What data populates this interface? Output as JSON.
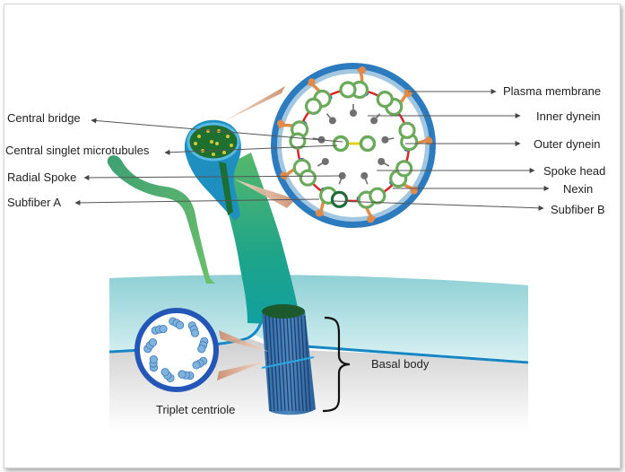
{
  "labels": {
    "plasma_membrane": "Plasma membrane",
    "inner_dynein": "Inner dynein",
    "outer_dynein": "Outer dynein",
    "spoke_head": "Spoke head",
    "nexin": "Nexin",
    "subfiber_b": "Subfiber B",
    "central_bridge": "Central bridge",
    "central_singlet_microtubules": "Central singlet microtubules",
    "radial_spoke": "Radial Spoke",
    "subfiber_a": "Subfiber A",
    "basal_body": "Basal body",
    "triplet_centriole": "Triplet centriole"
  },
  "colors": {
    "membrane_ring": "#2c7bbf",
    "cytoplasm": "#bfe2ea",
    "cilium_shaft": "#2fa37a",
    "cell_surface": "#8fd0d5",
    "doublet_ring": "#6aaa5a",
    "red_link": "#d8262a",
    "outer_arm": "#e08a4a",
    "inner_arm": "#1f56c9",
    "spoke": "#707070",
    "basal_body": "#3a6ea8",
    "centriole_bead": "#7fb3dd"
  }
}
